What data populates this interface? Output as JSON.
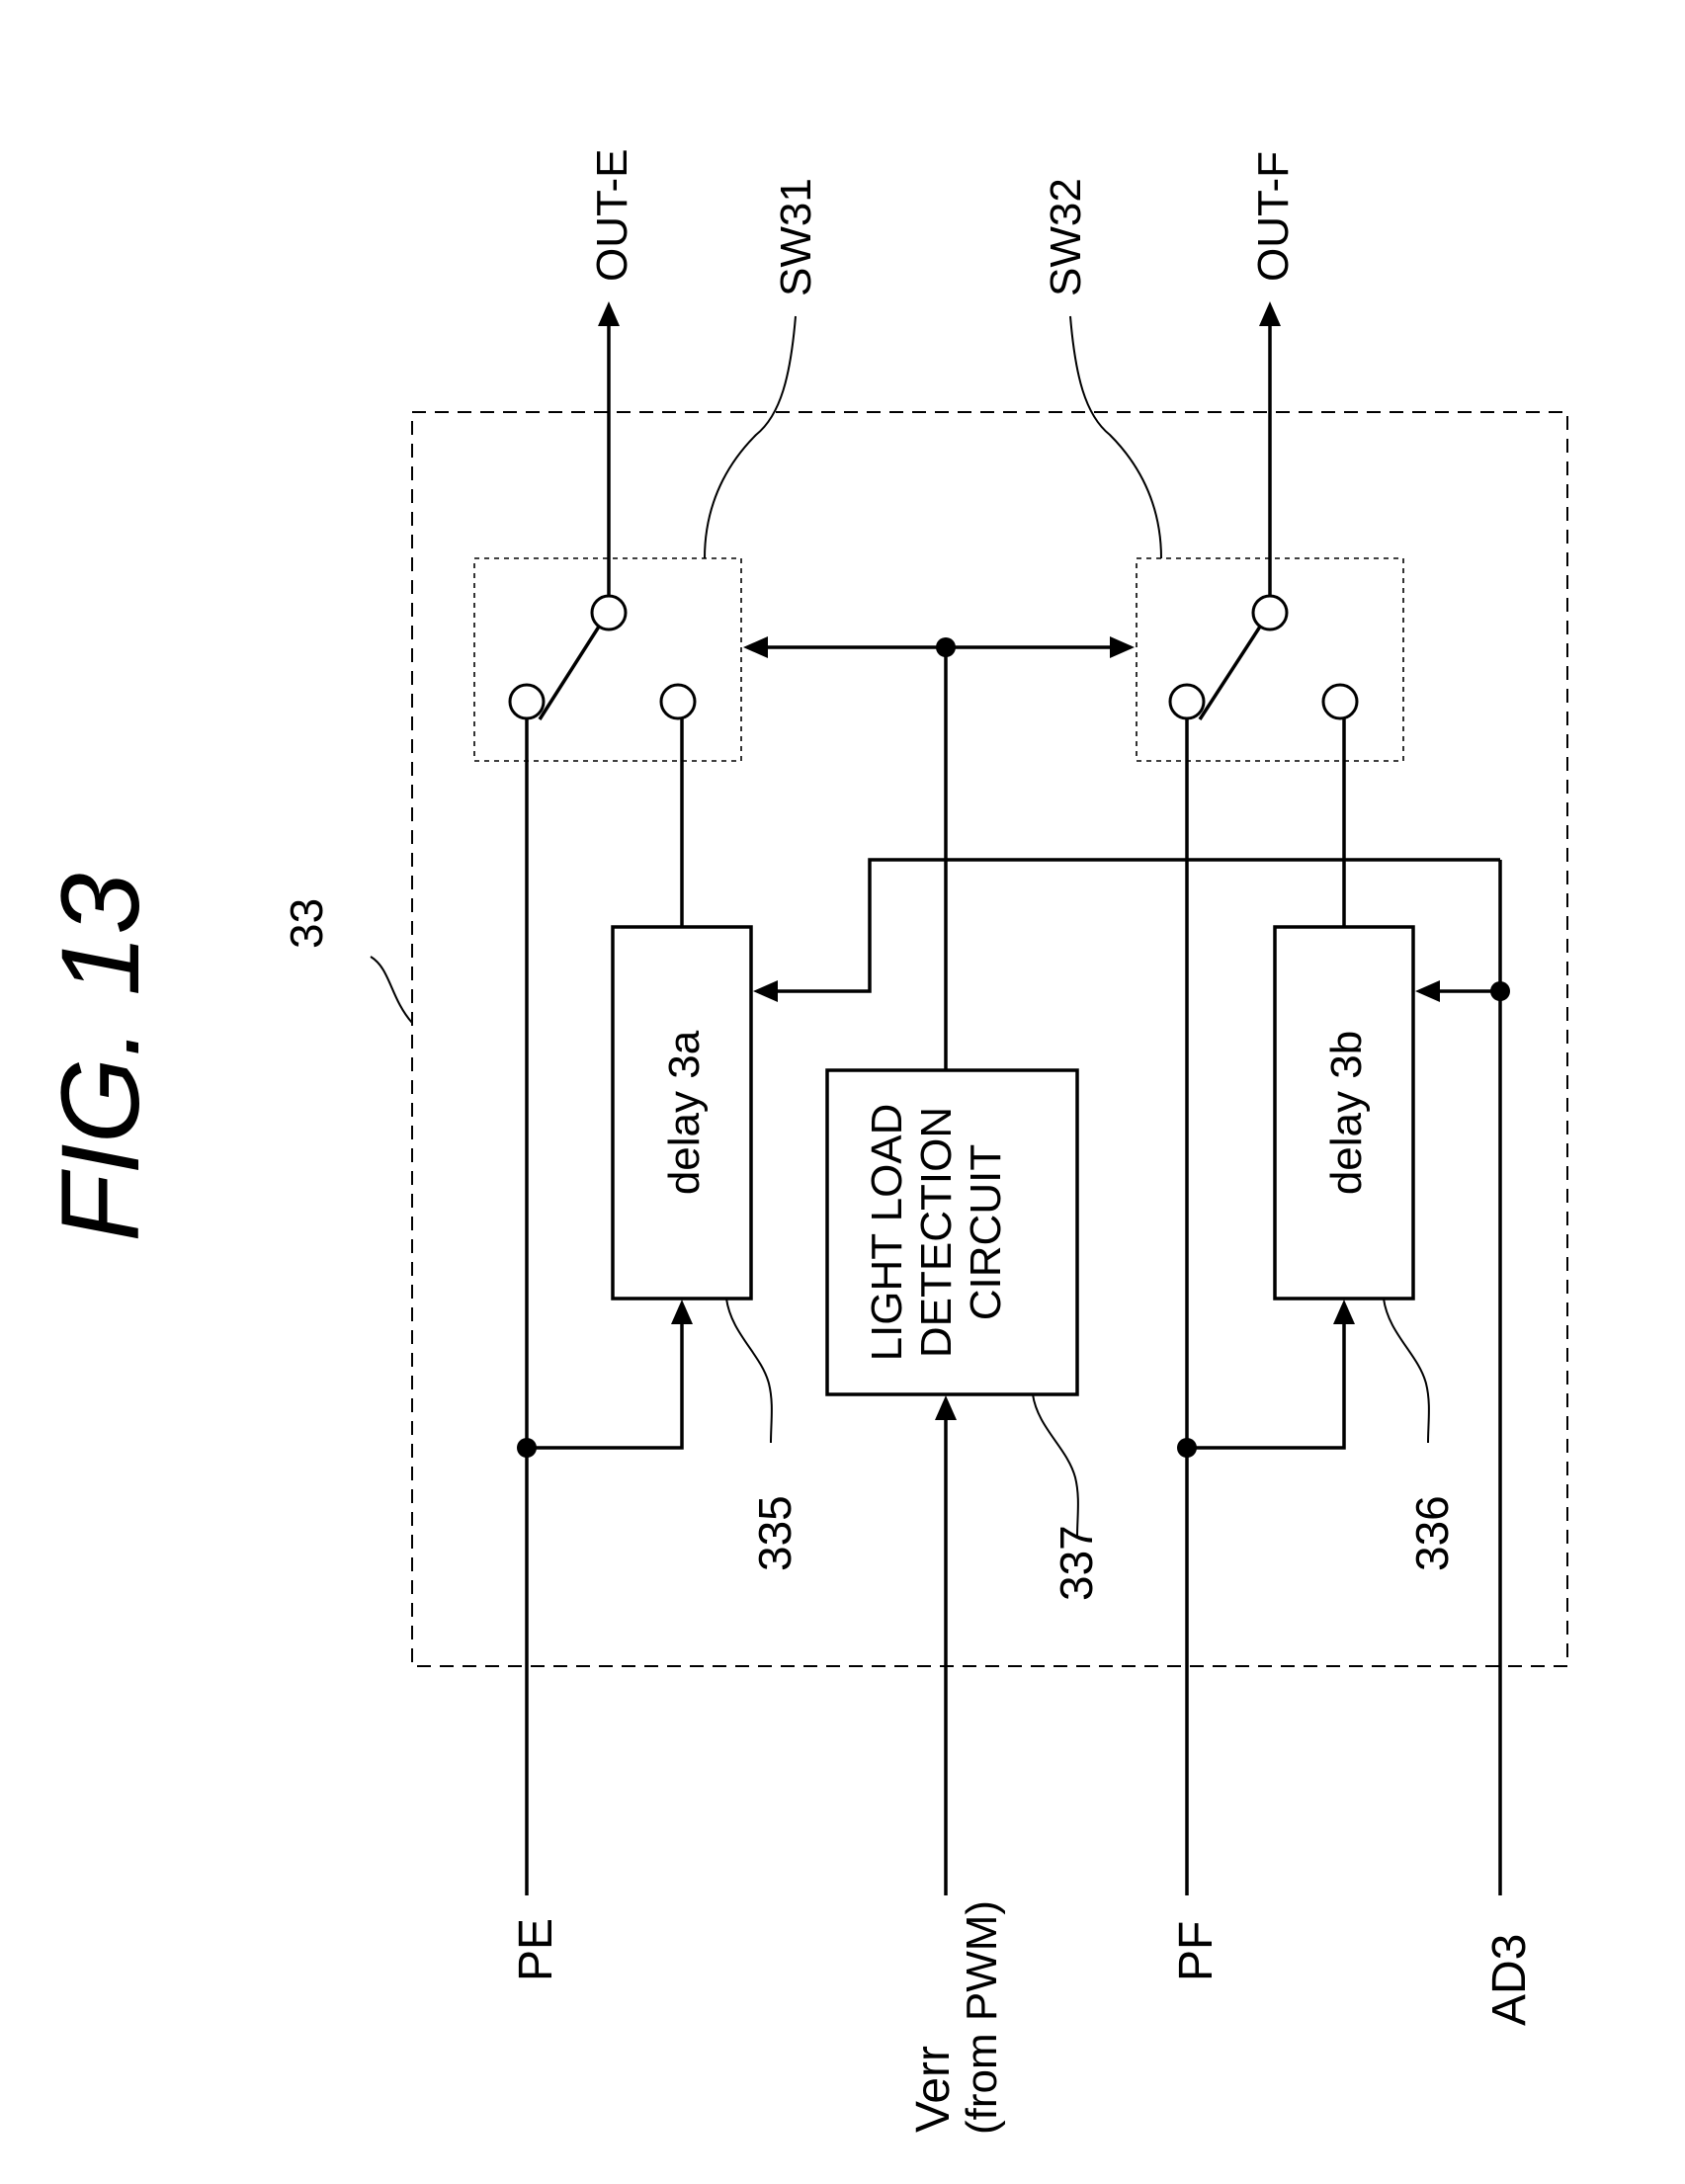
{
  "figure": {
    "title": "FIG. 13"
  },
  "block": {
    "ref": "33"
  },
  "switches": {
    "sw31": {
      "label": "SW31"
    },
    "sw32": {
      "label": "SW32"
    }
  },
  "delays": {
    "a": {
      "label": "delay  3a",
      "ref": "335"
    },
    "b": {
      "label": "delay  3b",
      "ref": "336"
    }
  },
  "detector": {
    "label_lines": [
      "LIGHT  LOAD",
      "DETECTION",
      "CIRCUIT"
    ],
    "ref": "337"
  },
  "signals": {
    "pe": "PE",
    "verr_line1": "Verr",
    "verr_line2": "(from  PWM)",
    "pf": "PF",
    "ad3": "AD3",
    "out_e": "OUT-E",
    "out_f": "OUT-F"
  }
}
